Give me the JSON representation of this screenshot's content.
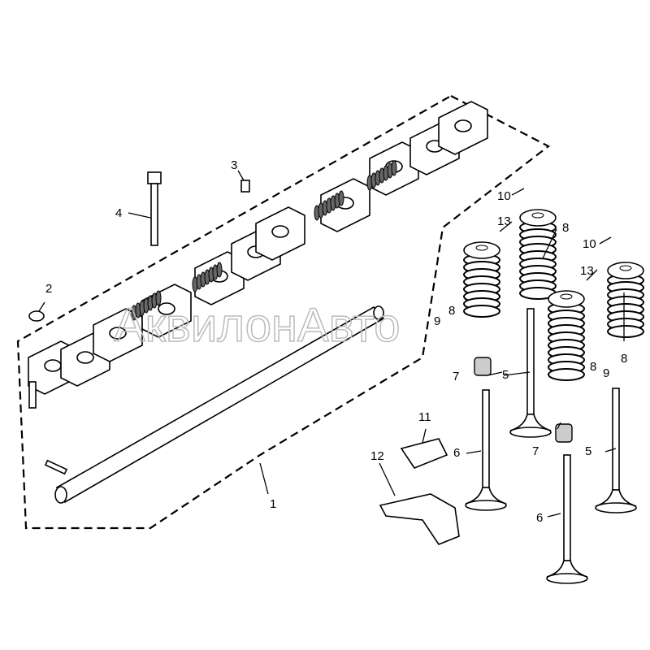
{
  "diagram": {
    "watermark": "АквилонАвто",
    "callouts": {
      "rocker_shaft": "1",
      "nut": "2",
      "pin": "3",
      "bolt": "4",
      "valve_a": "5",
      "valve_b": "5",
      "valve_c": "6",
      "valve_d": "6",
      "seal_a": "7",
      "seal_b": "7",
      "spring_a": "8",
      "spring_b": "8",
      "spring_c": "8",
      "spring_d": "8",
      "spring_set_a": "9",
      "spring_set_b": "9",
      "keeper_a": "10",
      "keeper_b": "10",
      "bridge": "11",
      "bracket": "12",
      "retainer_a": "13",
      "retainer_b": "13"
    }
  }
}
